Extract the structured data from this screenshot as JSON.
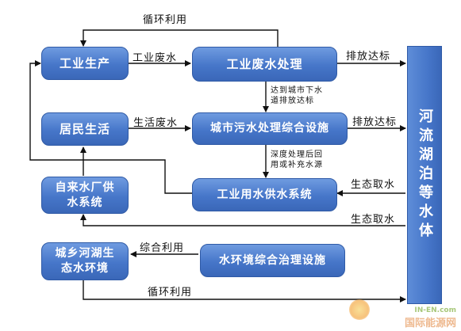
{
  "boxes": {
    "industrial_production": "工业生产",
    "industrial_wastewater_treatment": "工业废水处理",
    "residential_life": "居民生活",
    "urban_sewage_treatment": "城市污水处理综合设施",
    "tap_water_line1": "自来水厂供",
    "tap_water_line2": "水系统",
    "industrial_water_supply": "工业用水供水系统",
    "urban_rural_line1": "城乡河湖生",
    "urban_rural_line2": "态水环境",
    "water_env_treatment": "水环境综合治理设施",
    "river_lake_body": "河流湖泊等水体"
  },
  "labels": {
    "recycle_top": "循环利用",
    "industrial_wastewater": "工业废水",
    "discharge_top": "排放达标",
    "to_sewer_line1": "达到城市下水",
    "to_sewer_line2": "道排放达标",
    "domestic_wastewater": "生活废水",
    "discharge_mid": "排放达标",
    "deep_treatment_line1": "深度处理后回",
    "deep_treatment_line2": "用或补充水源",
    "eco_intake_1": "生态取水",
    "eco_intake_2": "生态取水",
    "comprehensive_use": "综合利用",
    "recycle_bottom": "循环利用"
  },
  "watermark": "国际能源网",
  "watermark_logo": "IN-EN.com",
  "colors": {
    "box_fill": "#4676c9",
    "box_border": "#2f5aa6",
    "arrow": "#111111",
    "text": "#111111"
  }
}
